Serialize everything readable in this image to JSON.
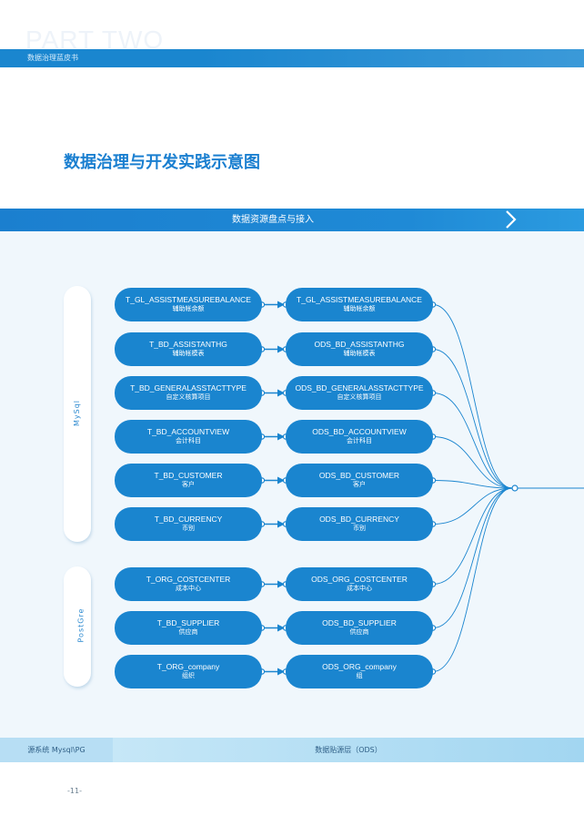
{
  "header": {
    "ghost_text": "PART TWO",
    "subtitle": "数据治理蓝皮书"
  },
  "title": "数据治理与开发实践示意图",
  "section": {
    "title": "数据资源盘点与接入"
  },
  "colors": {
    "accent": "#1a85cf",
    "panel": "#f0f7fc",
    "footer": "#b7def4"
  },
  "groups": [
    {
      "label": "MySql"
    },
    {
      "label": "PostGre"
    }
  ],
  "source_nodes": [
    {
      "name": "T_GL_ASSISTMEASUREBALANCE",
      "desc": "辅助帐余额"
    },
    {
      "name": "T_BD_ASSISTANTHG",
      "desc": "辅助帐模表"
    },
    {
      "name": "T_BD_GENERALASSTACTTYPE",
      "desc": "自定义核算项目"
    },
    {
      "name": "T_BD_ACCOUNTVIEW",
      "desc": "会计科目"
    },
    {
      "name": "T_BD_CUSTOMER",
      "desc": "客户"
    },
    {
      "name": "T_BD_CURRENCY",
      "desc": "币别"
    },
    {
      "name": "T_ORG_COSTCENTER",
      "desc": "成本中心"
    },
    {
      "name": "T_BD_SUPPLIER",
      "desc": "供应商"
    },
    {
      "name": "T_ORG_company",
      "desc": "组织"
    }
  ],
  "ods_nodes": [
    {
      "name": "T_GL_ASSISTMEASUREBALANCE",
      "desc": "辅助帐余额"
    },
    {
      "name": "ODS_BD_ASSISTANTHG",
      "desc": "辅助帐模表"
    },
    {
      "name": "ODS_BD_GENERALASSTACTTYPE",
      "desc": "自定义核算项目"
    },
    {
      "name": "ODS_BD_ACCOUNTVIEW",
      "desc": "会计科目"
    },
    {
      "name": "ODS_BD_CUSTOMER",
      "desc": "客户"
    },
    {
      "name": "ODS_BD_CURRENCY",
      "desc": "币别"
    },
    {
      "name": "ODS_ORG_COSTCENTER",
      "desc": "成本中心"
    },
    {
      "name": "ODS_BD_SUPPLIER",
      "desc": "供应商"
    },
    {
      "name": "ODS_ORG_company",
      "desc": "组"
    }
  ],
  "footer": {
    "left": "源系统 Mysql\\PG",
    "right": "数据贴源层（ODS）"
  },
  "page_number": "-11-"
}
